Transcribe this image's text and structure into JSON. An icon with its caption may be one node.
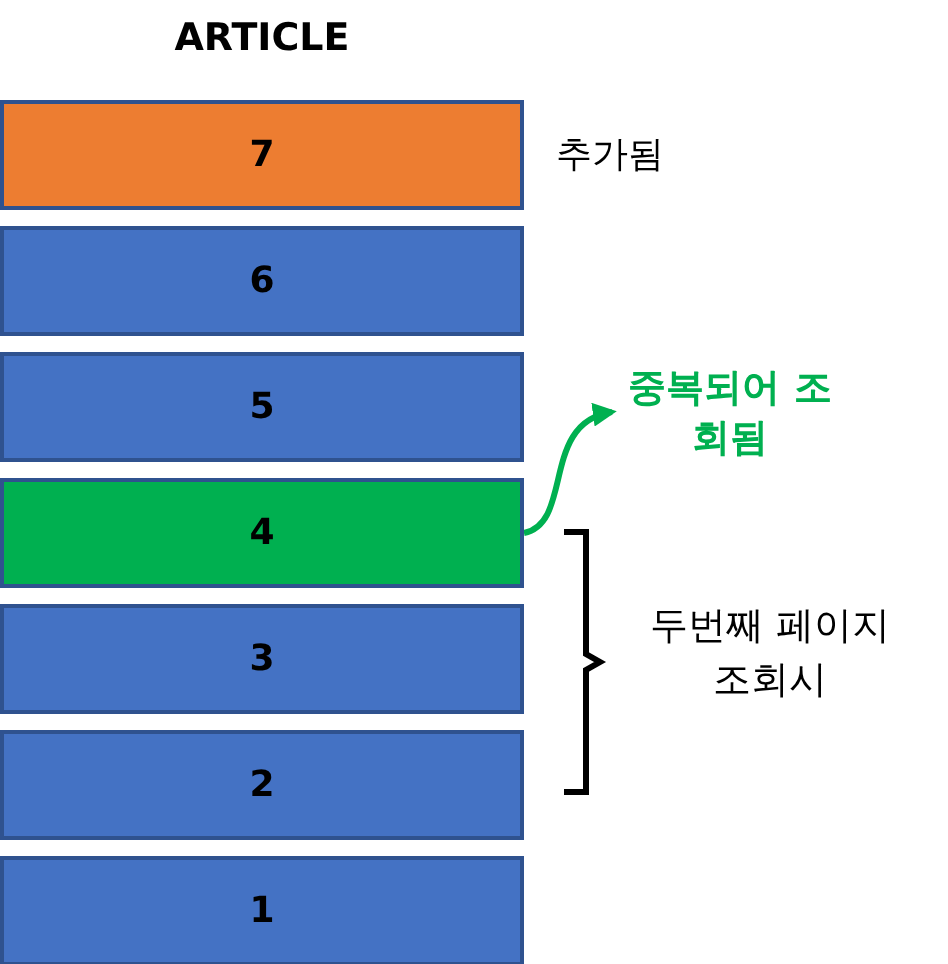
{
  "diagram": {
    "title": "ARTICLE",
    "nodes": [
      {
        "text": [
          "7"
        ],
        "beside": [
          "추가됨"
        ]
      },
      {
        "text": [
          "6"
        ]
      },
      {
        "text": [
          "5"
        ]
      },
      {
        "text": [
          "4"
        ]
      },
      {
        "text": [
          "3"
        ]
      },
      {
        "text": [
          "2"
        ]
      },
      {
        "text": [
          "1"
        ]
      },
      {
        "text": [
          "중복되어 조회됨"
        ]
      }
    ],
    "edges": [
      {
        "from": 3,
        "to": 7,
        "arrow": "to",
        "color": "#00b050"
      }
    ],
    "labels": [
      "두번째 페이지 조회시"
    ]
  }
}
